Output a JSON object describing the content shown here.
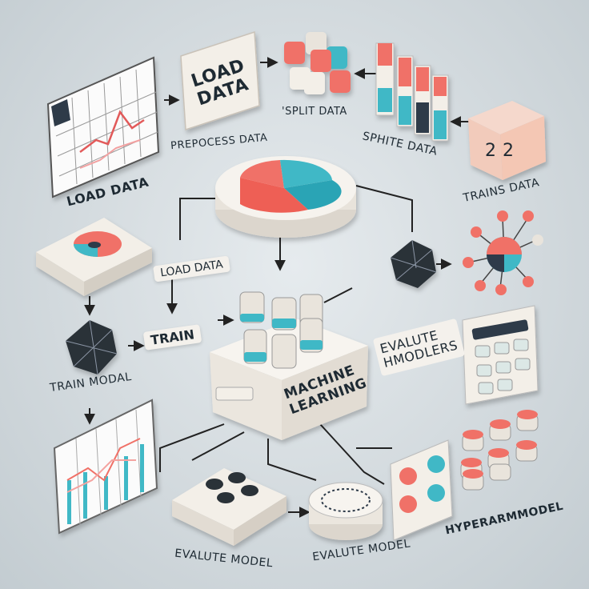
{
  "labels": {
    "load_data_card": "LOAD\nDATA",
    "preprocess": "PREPOCESS DATA",
    "split_data": "'SPLIT DATA",
    "sphite_data": "SPHITE DATA",
    "trains_data": "TRAINS DATA",
    "load_data_left": "LOAD DATA",
    "load_data_tag": "LOAD DATA",
    "train_tag": "TRAIN",
    "train_modal": "TRAIN MODAL",
    "evalute_modelers": "EVALUTE\nHMODLERS",
    "machine_learning": "MACHINE\nLEARNING",
    "evalute_model_left": "EVALUTE MODEL",
    "evalute_model_right": "EVALUTE MODEL",
    "hyperarmodel": "HYPERARMMODEL",
    "cube_digits": "2  2"
  },
  "colors": {
    "coral": "#f07167",
    "teal": "#3fb8c6",
    "navy": "#27374d",
    "cream": "#f3efe8"
  },
  "icons": [
    "chart-icon",
    "pie-chart-icon",
    "blocks-icon",
    "bars-icon",
    "cube-icon",
    "polyhedron-icon",
    "network-icon",
    "keypad-icon",
    "buttons-icon"
  ]
}
